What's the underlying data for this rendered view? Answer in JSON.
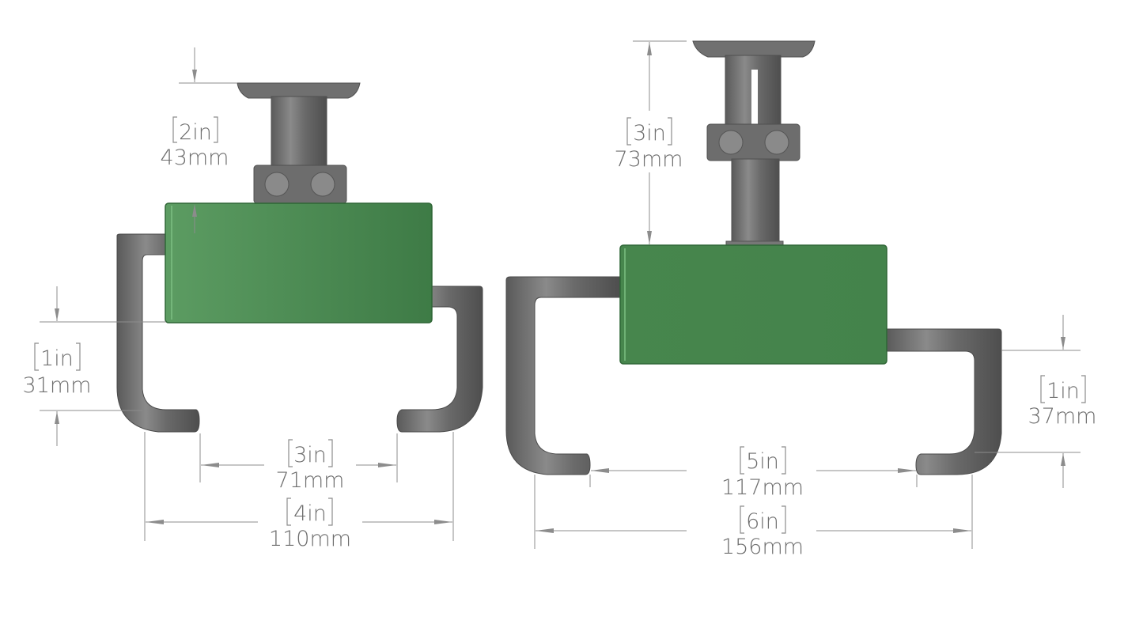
{
  "title": "Bracket dimension drawing - two sizes",
  "colors": {
    "background": "#ffffff",
    "box_green_light": "#5a9a60",
    "box_green_dark": "#3f7c47",
    "part_gray": "#6a6a6a",
    "part_gray_dark": "#4a4a4a",
    "dimension_line": "#8c8c8c",
    "dimension_text": "#6e6e6e"
  },
  "small_assembly": {
    "post_height": {
      "imperial": "2in",
      "metric": "43mm"
    },
    "hook_depth": {
      "imperial": "1in",
      "metric": "31mm"
    },
    "inner_width": {
      "imperial": "3in",
      "metric": "71mm"
    },
    "outer_width": {
      "imperial": "4in",
      "metric": "110mm"
    }
  },
  "large_assembly": {
    "post_height": {
      "imperial": "3in",
      "metric": "73mm"
    },
    "hook_depth": {
      "imperial": "1in",
      "metric": "37mm"
    },
    "inner_width": {
      "imperial": "5in",
      "metric": "117mm"
    },
    "outer_width": {
      "imperial": "6in",
      "metric": "156mm"
    }
  }
}
